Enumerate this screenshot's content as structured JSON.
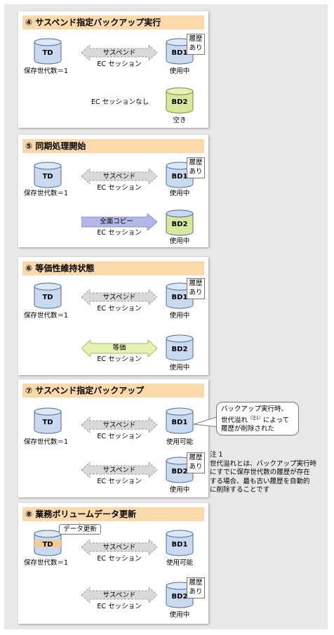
{
  "colors": {
    "cylinder_blue": "#c9d9ef",
    "cylinder_yellow": "#d8e89a",
    "cylinder_stroke": "#4a6c9b",
    "suspend_arrow": "#d9d9d9",
    "copy_arrow": "#b3b8e8",
    "equal_arrow": "#e6f2b2",
    "header": "#fbd9a8"
  },
  "panel4": {
    "title": "④ サスペンド指定バックアップ実行",
    "td": "TD",
    "gen": "保存世代数＝1",
    "suspend": "サスペンド",
    "ec": "EC セッション",
    "bd1": "BD1",
    "bd1_status": "使用中",
    "history1": "履歴",
    "history2": "あり",
    "no_ec": "EC セッションなし",
    "bd2": "BD2",
    "bd2_status": "空き"
  },
  "panel5": {
    "title": "⑤ 同期処理開始",
    "td": "TD",
    "gen": "保存世代数＝1",
    "suspend": "サスペンド",
    "ec": "EC セッション",
    "bd1": "BD1",
    "bd1_status": "使用中",
    "history1": "履歴",
    "history2": "あり",
    "copy": "全面コピー",
    "ec2": "EC セッション",
    "bd2": "BD2",
    "bd2_status": "使用中"
  },
  "panel6": {
    "title": "⑥ 等価性維持状態",
    "td": "TD",
    "gen": "保存世代数＝1",
    "suspend": "サスペンド",
    "ec": "EC セッション",
    "bd1": "BD1",
    "bd1_status": "使用中",
    "history1": "履歴",
    "history2": "あり",
    "equal": "等価",
    "ec2": "EC セッション",
    "bd2": "BD2",
    "bd2_status": "使用中"
  },
  "panel7": {
    "title": "⑦ サスペンド指定バックアップ",
    "td": "TD",
    "gen": "保存世代数＝1",
    "suspend": "サスペンド",
    "ec": "EC セッション",
    "bd1": "BD1",
    "bd1_status": "使用可能",
    "suspend2": "サスペンド",
    "ec2": "EC セッション",
    "bd2": "BD2",
    "bd2_status": "使用中",
    "history1": "履歴",
    "history2": "あり"
  },
  "callout": {
    "line1": "バックアップ実行時、",
    "line2a": "世代溢れ",
    "sup": "（注1）",
    "line2b": "によって",
    "line3": "履歴が削除された"
  },
  "footnote": {
    "title": "注 1",
    "line1": "世代溢れとは、バックアップ実行時",
    "line2": "にすでに保存世代数の履歴が存在",
    "line3": "する場合、最も古い履歴を自動的",
    "line4": "に削除することです"
  },
  "panel8": {
    "title": "⑧ 業務ボリュームデータ更新",
    "td": "TD",
    "update": "データ更新",
    "gen": "保存世代数＝1",
    "suspend": "サスペンド",
    "ec": "EC セッション",
    "bd1": "BD1",
    "bd1_status": "使用可能",
    "suspend2": "サスペンド",
    "ec2": "EC セッション",
    "bd2": "BD2",
    "bd2_status": "使用中",
    "history1": "履歴",
    "history2": "あり"
  }
}
